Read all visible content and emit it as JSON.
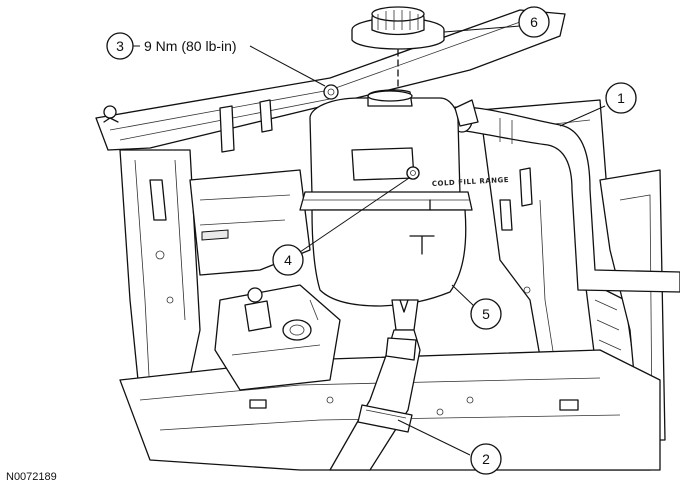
{
  "figure_id": "N0072189",
  "torque_spec": "9 Nm (80 lb-in)",
  "tank_label": "COLD FILL RANGE",
  "callouts": [
    {
      "number": "1"
    },
    {
      "number": "2"
    },
    {
      "number": "3"
    },
    {
      "number": "4"
    },
    {
      "number": "5"
    },
    {
      "number": "6"
    }
  ]
}
